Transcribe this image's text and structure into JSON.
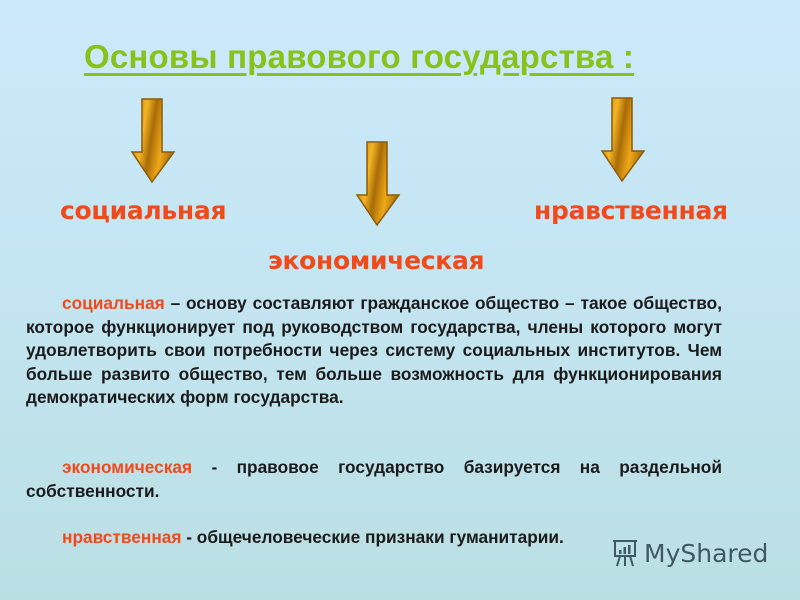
{
  "slide": {
    "title": "Основы правового государства :",
    "colors": {
      "title": "#86c21a",
      "accent": "#f04a1c",
      "text": "#1a1a1a",
      "arrow_gold": "#e8a21a",
      "background_top": "#cbe9fb",
      "background_bottom": "#badfe3"
    },
    "branches": [
      {
        "label": "социальная",
        "arrow_icon": "down-arrow-icon"
      },
      {
        "label": "экономическая",
        "arrow_icon": "down-arrow-icon"
      },
      {
        "label": "нравственная",
        "arrow_icon": "down-arrow-icon"
      }
    ],
    "paragraphs": [
      {
        "term": "социальная",
        "text": " – основу составляют гражданское общество – такое общество, которое функционирует под руководством государства, члены которого могут удовлетворить свои потребности через систему социальных институтов. Чем больше развито общество, тем больше возможность для функционирования демократических форм государства."
      },
      {
        "term": "экономическая",
        "text": " - правовое государство базируется на раздельной собственности."
      },
      {
        "term": "нравственная",
        "text": " - общечеловеческие признаки гуманитарии."
      }
    ]
  },
  "watermark": {
    "text": "MyShared",
    "icon": "presentation-board-icon"
  }
}
